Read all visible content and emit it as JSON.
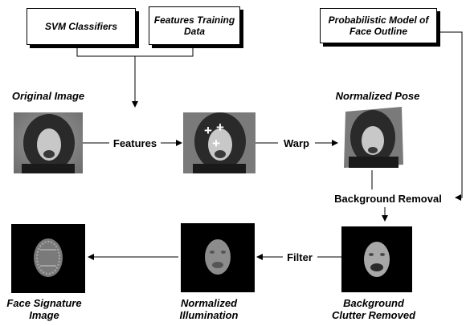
{
  "inputs": {
    "svm": "SVM Classifiers",
    "features_training": "Features Training\nData",
    "prob_model": "Probabilistic Model of\nFace Outline"
  },
  "stages": {
    "original": "Original Image",
    "normalized_pose": "Normalized Pose",
    "background_clutter": "Background\nClutter Removed",
    "normalized_illumination": "Normalized\nIllumination",
    "face_signature": "Face Signature\nImage"
  },
  "edges": {
    "features": "Features",
    "warp": "Warp",
    "background_removal": "Background Removal",
    "filter": "Filter"
  },
  "markers": [
    "+",
    "+",
    "+"
  ],
  "colors": {
    "line": "#000000",
    "bg_dark": "#000000",
    "shadow": "#000000"
  }
}
